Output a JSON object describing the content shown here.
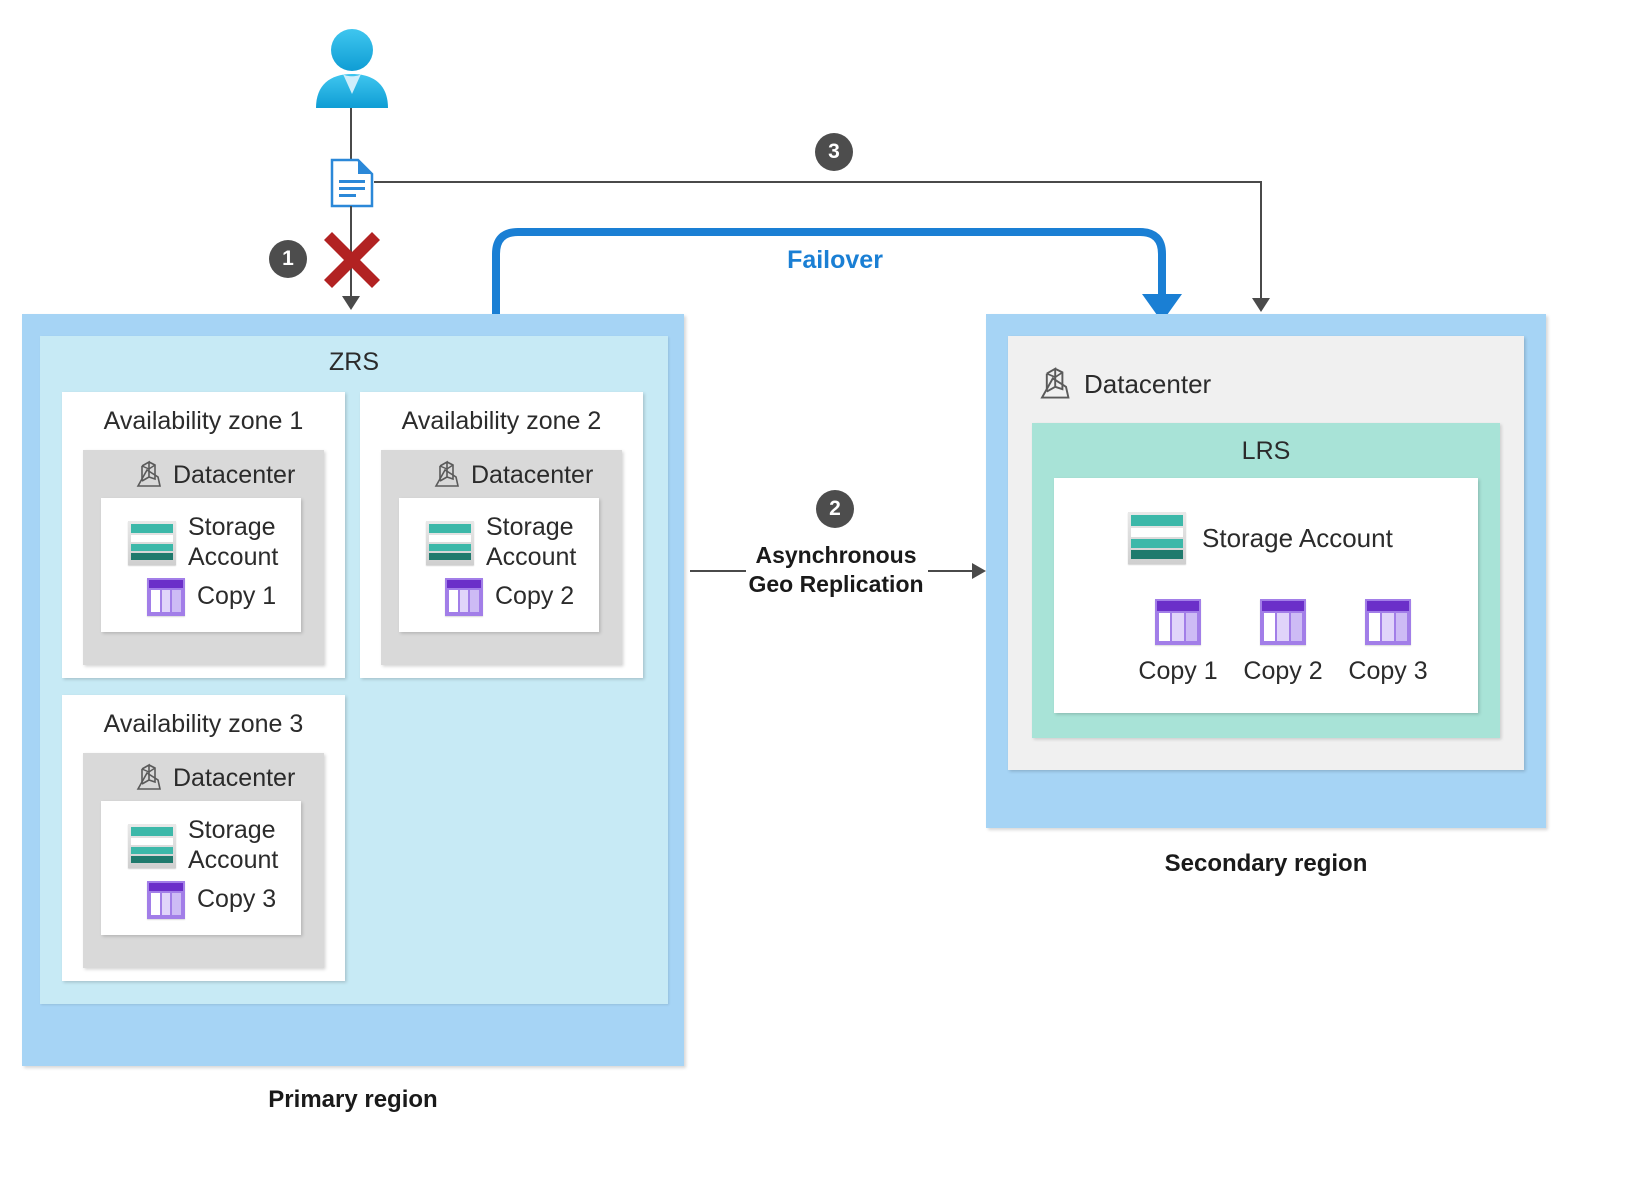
{
  "diagram": {
    "title": "Azure ZRS primary with GRS failover to LRS secondary",
    "colors": {
      "region_fill": "#a6d4f5",
      "zrs_fill": "#c7eaf5",
      "lrs_fill": "#a8e3d7",
      "datacenter_fill": "#d9d9d9",
      "secondary_datacenter_fill": "#f0f0f0",
      "failover_blue": "#1a7fd4",
      "badge_gray": "#4d4d4d",
      "error_red": "#b22222",
      "storage_teal": "#3cb8a9",
      "copy_purple": "#6b2fc9"
    }
  },
  "badges": [
    {
      "id": "1",
      "label": "1"
    },
    {
      "id": "2",
      "label": "2"
    },
    {
      "id": "3",
      "label": "3"
    }
  ],
  "primary_region": {
    "caption": "Primary region",
    "zrs_label": "ZRS",
    "zones": [
      {
        "title": "Availability zone 1",
        "datacenter_label": "Datacenter",
        "storage_label": "Storage\nAccount",
        "storage_label_line1": "Storage",
        "storage_label_line2": "Account",
        "copy_label": "Copy 1"
      },
      {
        "title": "Availability zone 2",
        "datacenter_label": "Datacenter",
        "storage_label_line1": "Storage",
        "storage_label_line2": "Account",
        "copy_label": "Copy 2"
      },
      {
        "title": "Availability zone 3",
        "datacenter_label": "Datacenter",
        "storage_label_line1": "Storage",
        "storage_label_line2": "Account",
        "copy_label": "Copy 3"
      }
    ]
  },
  "secondary_region": {
    "caption": "Secondary region",
    "datacenter_label": "Datacenter",
    "lrs_label": "LRS",
    "storage_label": "Storage Account",
    "copies": [
      {
        "label": "Copy 1"
      },
      {
        "label": "Copy 2"
      },
      {
        "label": "Copy 3"
      }
    ]
  },
  "connectors": {
    "failover_label": "Failover",
    "geo_replication_line1": "Asynchronous",
    "geo_replication_line2": "Geo Replication"
  },
  "icons": {
    "user": "user-icon",
    "document": "document-icon",
    "error": "red-x-icon",
    "datacenter": "datacenter-icon",
    "storage_account": "storage-account-icon",
    "copy": "copy-icon"
  }
}
